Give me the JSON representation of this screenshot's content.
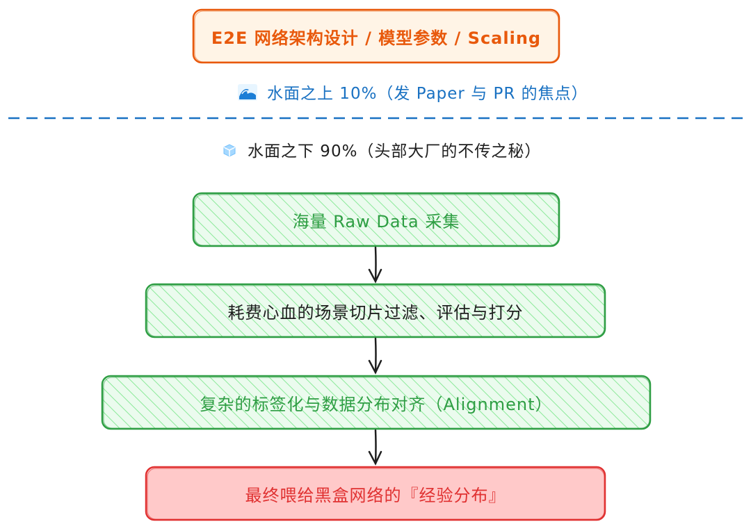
{
  "colors": {
    "orange": "#e8590c",
    "orange_fill": "#fff4e6",
    "blue": "#1971c2",
    "green": "#2f9e44",
    "green_fill": "#b2f2bb",
    "red": "#e03131",
    "red_fill": "#ffc9c9",
    "arrow": "#1e1e1e"
  },
  "top_box": {
    "label": "E2E 网络架构设计 / 模型参数 / Scaling"
  },
  "above_caption": {
    "icon": "wave-icon",
    "text": "水面之上 10%（发 Paper 与 PR 的焦点）"
  },
  "below_caption": {
    "icon": "ice-cube-icon",
    "text": "水面之下 90%（头部大厂的不传之秘）"
  },
  "pipeline": {
    "steps": [
      {
        "label": "海量 Raw Data 采集"
      },
      {
        "label": "耗费心血的场景切片过滤、评估与打分"
      },
      {
        "label": "复杂的标签化与数据分布对齐（Alignment）"
      },
      {
        "label": "最终喂给黑盒网络的『经验分布』"
      }
    ]
  }
}
